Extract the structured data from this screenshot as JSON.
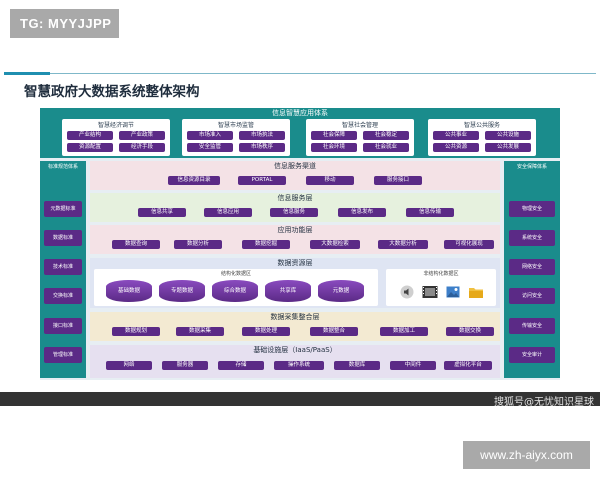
{
  "tag": "TG: MYYJJPP",
  "title": "智慧政府大数据系统整体架构",
  "watermark": "搜狐号@无忧知识星球",
  "url": "www.zh-aiyx.com",
  "colors": {
    "accent": "#1f8fb0",
    "purple": "#5b2a86",
    "teal": "#1a8c8c",
    "dark_bar": "#333333"
  },
  "app_system": {
    "title": "信息智慧应用体系",
    "groups": [
      {
        "title": "智慧经济调节",
        "items": [
          "产业结构",
          "产业政策",
          "资源配置",
          "经济手段"
        ]
      },
      {
        "title": "智慧市场监管",
        "items": [
          "市场准入",
          "市场执法",
          "安全监管",
          "市场秩序"
        ]
      },
      {
        "title": "智慧社会管理",
        "items": [
          "社会保障",
          "社会稳定",
          "社会环境",
          "社会就业"
        ]
      },
      {
        "title": "智慧公共服务",
        "items": [
          "公共事业",
          "公共设施",
          "公共资源",
          "公共发展"
        ]
      }
    ]
  },
  "left_side": {
    "title": "标准规范体系",
    "items": [
      "元数据标准",
      "数据标准",
      "技术标准",
      "交换标准",
      "接口标准",
      "管理标准"
    ]
  },
  "right_side": {
    "title": "安全保障体系",
    "items": [
      "物理安全",
      "系统安全",
      "网络安全",
      "访问安全",
      "传输安全",
      "安全审计"
    ]
  },
  "layers": [
    {
      "title": "信息服务渠道",
      "items": [
        "信息资源目录",
        "PORTAL",
        "移动",
        "服务接口"
      ]
    },
    {
      "title": "信息服务层",
      "items": [
        "信息共享",
        "信息应用",
        "信息服务",
        "信息发布",
        "信息传输"
      ]
    },
    {
      "title": "应用功能层",
      "items": [
        "数据查询",
        "数据分析",
        "数据挖掘",
        "大数据检索",
        "大数据分析",
        "可视化展现"
      ]
    }
  ],
  "resource_layer": {
    "title": "数据资源层",
    "structured_title": "结构化数据区",
    "structured_items": [
      "基础数据",
      "专题数据",
      "综合数据",
      "共享库",
      "元数据"
    ],
    "unstructured_title": "非结构化数据区",
    "unstructured_icons": [
      "audio-icon",
      "video-icon",
      "image-icon",
      "folder-icon"
    ]
  },
  "collect_layer": {
    "title": "数据采集整合层",
    "items": [
      "数据规划",
      "数据采集",
      "数据处理",
      "数据整合",
      "数据加工",
      "数据交换"
    ]
  },
  "infra_layer": {
    "title": "基础设施层（IaaS/PaaS）",
    "items": [
      "网络",
      "服务器",
      "存储",
      "操作系统",
      "数据库",
      "中间件",
      "虚拟化平台"
    ]
  }
}
